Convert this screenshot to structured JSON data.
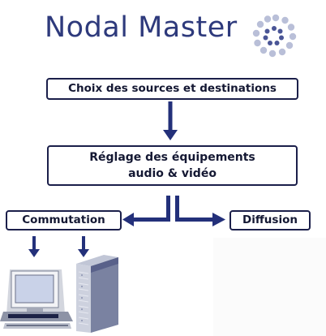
{
  "header": {
    "title": "Nodal Master",
    "logo_icon": "dotted-ring-logo"
  },
  "flow": {
    "step1": "Choix des sources et destinations",
    "step2_line1": "Réglage des équipements",
    "step2_line2": "audio & vidéo",
    "branch_left": "Commutation",
    "branch_right": "Diffusion"
  },
  "colors": {
    "title": "#2e3a7c",
    "arrow": "#23307a",
    "box_border": "#1b1f4a",
    "logo_dot": "#b9bfd8"
  },
  "icons": [
    "workstation-icon",
    "server-rack-icon"
  ]
}
